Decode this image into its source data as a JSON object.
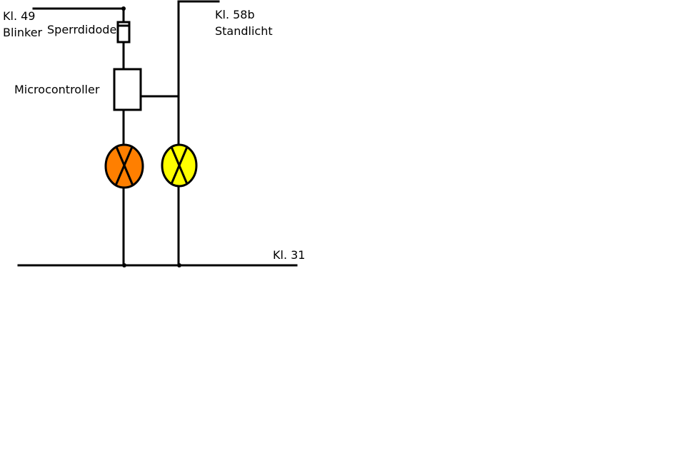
{
  "labels": {
    "kl49": "Kl. 49",
    "blinker": "Blinker",
    "sperrdiode": "Sperrdidode",
    "microcontroller": "Microcontroller",
    "kl58b": "Kl. 58b",
    "standlicht": "Standlicht",
    "kl31": "Kl. 31"
  },
  "colors": {
    "wire": "#000000",
    "blinker_lamp": "#ff7f00",
    "standlicht_lamp": "#ffff00",
    "background": "#ffffff"
  },
  "icons": {
    "blinker_lamp": "lamp-icon",
    "standlicht_lamp": "lamp-icon",
    "diode": "diode-icon",
    "microcontroller": "resistor-box-icon"
  }
}
